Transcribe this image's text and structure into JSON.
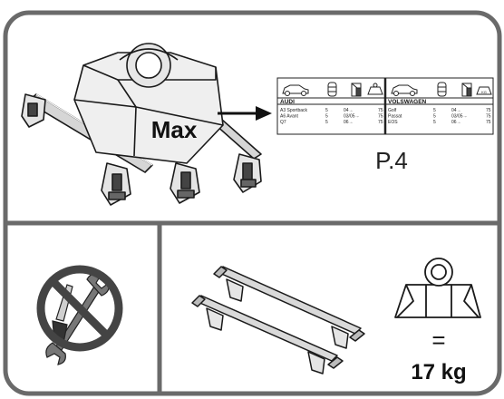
{
  "weight_box": {
    "label": "Max"
  },
  "table": {
    "page_ref": "P.4",
    "header_icons": [
      "car-side-icon",
      "car-top-icon",
      "door-icon",
      "weight-kg-icon",
      "car-side-icon",
      "car-top-icon",
      "door-icon",
      "weight-kg-icon"
    ],
    "weight_icon_label": "KG",
    "left": {
      "brand": "AUDI",
      "rows": [
        [
          "A3 Sportback",
          "5",
          "04→",
          "75"
        ],
        [
          "A6 Avant",
          "5",
          "03/05→",
          "75"
        ],
        [
          "Q7",
          "5",
          "06→",
          "75"
        ]
      ]
    },
    "right": {
      "brand": "VOLSWAGEN",
      "rows": [
        [
          "Golf",
          "5",
          "04→",
          "75"
        ],
        [
          "Passat",
          "5",
          "03/05→",
          "75"
        ],
        [
          "EOS",
          "5",
          "06→",
          "75"
        ]
      ]
    }
  },
  "no_tools": {
    "icon": "no-tools-icon"
  },
  "bars": {
    "icon": "roof-bars-icon"
  },
  "load": {
    "equals": "=",
    "value": "17 kg"
  },
  "colors": {
    "frame": "#666666",
    "stroke": "#1a1a1a",
    "box_fill": "#e9e9e9"
  }
}
